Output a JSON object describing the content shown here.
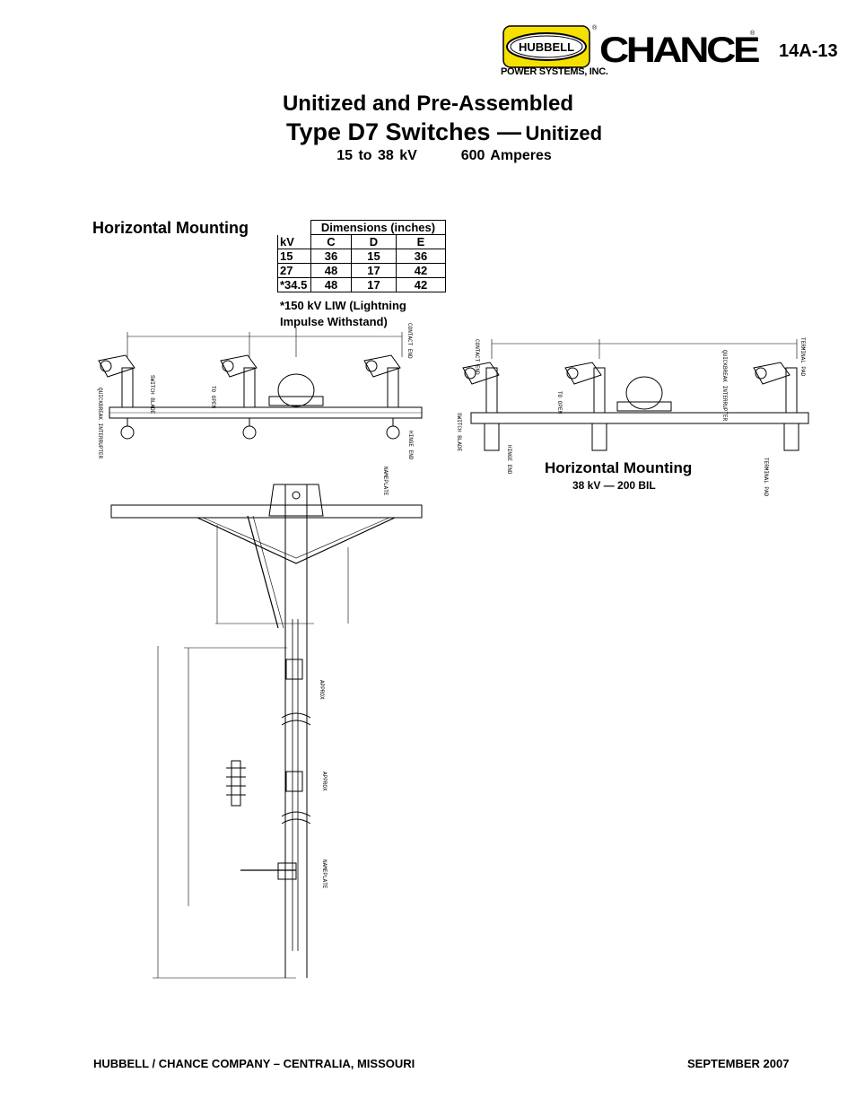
{
  "header": {
    "brand_hubbell": "HUBBELL",
    "brand_power": "POWER SYSTEMS, INC.",
    "brand_chance": "CHANCE",
    "page_number": "14A-13"
  },
  "title": {
    "line1": "Unitized and Pre-Assembled",
    "line2_main": "Type D7 Switches —",
    "line2_sub": "Unitized",
    "rating_kv": "15 to 38 kV",
    "rating_amps": "600 Amperes"
  },
  "section_left": {
    "heading": "Horizontal Mounting",
    "table": {
      "group_header": "Dimensions (inches)",
      "columns": [
        "kV",
        "C",
        "D",
        "E"
      ],
      "rows": [
        [
          "15",
          "36",
          "15",
          "36"
        ],
        [
          "27",
          "48",
          "17",
          "42"
        ],
        [
          "*34.5",
          "48",
          "17",
          "42"
        ]
      ]
    },
    "note_line1": "*150 kV LIW (Lightning",
    "note_line2": "Impulse Withstand)"
  },
  "section_right": {
    "heading": "Horizontal Mounting",
    "subheading": "38 kV  —  200 BIL"
  },
  "drawing_labels": {
    "contact_end": "CONTACT END",
    "switch_blade": "SWITCH BLADE",
    "to_open": "TO OPEN",
    "hinge_end": "HINGE END",
    "quickbreak": "QUICKBREAK INTERRUPTER",
    "terminal_pad": "TERMINAL PAD",
    "nameplate": "NAMEPLATE",
    "approx": "APPROX"
  },
  "footer": {
    "company": "HUBBELL / CHANCE COMPANY – CENTRALIA, MISSOURI",
    "date": "SEPTEMBER 2007"
  }
}
